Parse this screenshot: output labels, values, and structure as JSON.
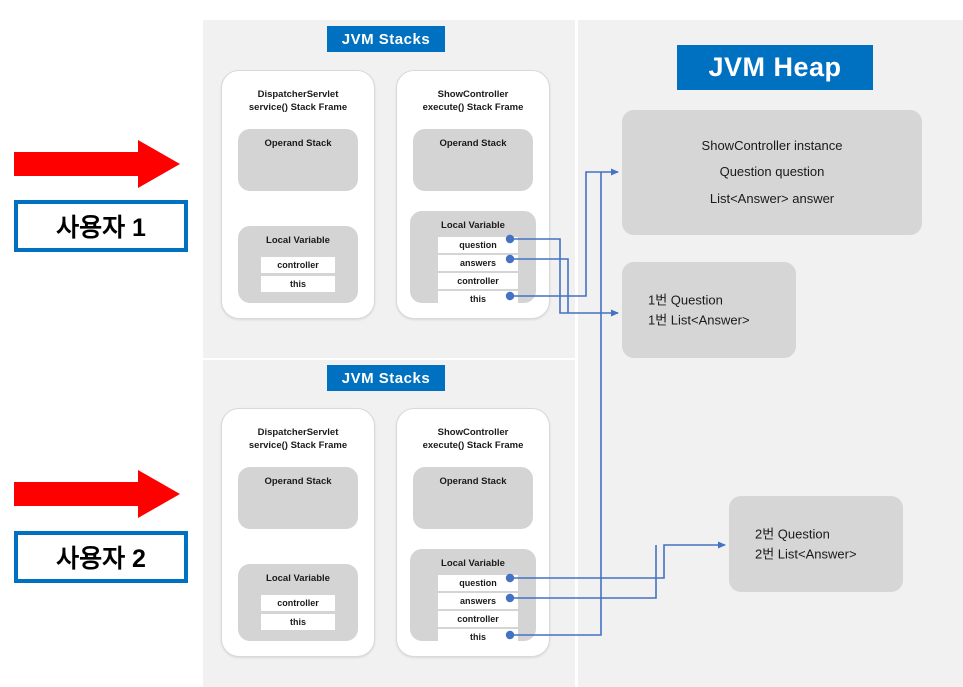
{
  "diagram": {
    "title": "JVM Stacks and JVM Heap per user request",
    "colors": {
      "accent_blue": "#0070C0",
      "connector_blue": "#4472C4",
      "arrow_red": "#FF0000",
      "panel_bg": "#F1F1F1",
      "grey_box": "#D4D4D4",
      "heap_box": "#D6D6D6"
    }
  },
  "users": [
    {
      "label": "사용자 1",
      "arrow": "red-block-arrow"
    },
    {
      "label": "사용자 2",
      "arrow": "red-block-arrow"
    }
  ],
  "stacks": {
    "chip_label": "JVM Stacks",
    "panels": [
      {
        "chip_label": "JVM Stacks",
        "frames": [
          {
            "title": "DispatcherServlet\nservice() Stack Frame",
            "operand_stack_label": "Operand Stack",
            "local_variable_label": "Local Variable",
            "slots": [
              {
                "name": "controller",
                "has_reference_dot": false
              },
              {
                "name": "this",
                "has_reference_dot": false
              }
            ]
          },
          {
            "title": "ShowController\nexecute() Stack Frame",
            "operand_stack_label": "Operand Stack",
            "local_variable_label": "Local Variable",
            "slots": [
              {
                "name": "question",
                "has_reference_dot": true
              },
              {
                "name": "answers",
                "has_reference_dot": true
              },
              {
                "name": "controller",
                "has_reference_dot": false
              },
              {
                "name": "this",
                "has_reference_dot": true
              }
            ]
          }
        ]
      },
      {
        "chip_label": "JVM Stacks",
        "frames": [
          {
            "title": "DispatcherServlet\nservice() Stack Frame",
            "operand_stack_label": "Operand Stack",
            "local_variable_label": "Local Variable",
            "slots": [
              {
                "name": "controller",
                "has_reference_dot": false
              },
              {
                "name": "this",
                "has_reference_dot": false
              }
            ]
          },
          {
            "title": "ShowController\nexecute() Stack Frame",
            "operand_stack_label": "Operand Stack",
            "local_variable_label": "Local Variable",
            "slots": [
              {
                "name": "question",
                "has_reference_dot": true
              },
              {
                "name": "answers",
                "has_reference_dot": true
              },
              {
                "name": "controller",
                "has_reference_dot": false
              },
              {
                "name": "this",
                "has_reference_dot": true
              }
            ]
          }
        ]
      }
    ]
  },
  "heap": {
    "chip_label": "JVM Heap",
    "objects": [
      {
        "id": "showcontroller-instance",
        "lines": [
          "ShowController instance",
          "Question question",
          "List<Answer> answer"
        ]
      },
      {
        "id": "question-1",
        "lines": [
          "1번 Question",
          "1번 List<Answer>"
        ]
      },
      {
        "id": "question-2",
        "lines": [
          "2번 Question",
          "2번 List<Answer>"
        ]
      }
    ]
  },
  "connections": [
    {
      "from": "user1.this",
      "to": "showcontroller-instance"
    },
    {
      "from": "user1.question",
      "to": "question-1"
    },
    {
      "from": "user1.answers",
      "to": "question-1"
    },
    {
      "from": "user2.this",
      "to": "showcontroller-instance"
    },
    {
      "from": "user2.question",
      "to": "question-2"
    },
    {
      "from": "user2.answers",
      "to": "question-2"
    }
  ]
}
